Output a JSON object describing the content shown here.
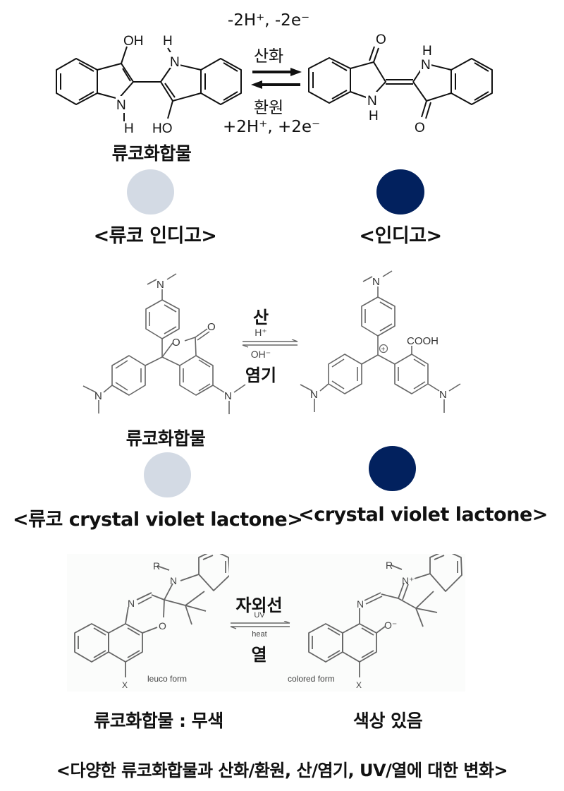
{
  "section_redox": {
    "left_structure_label": "류코화합물",
    "left_caption": "<류코 인디고>",
    "right_caption": "<인디고>",
    "forward_condition_top": "-2H⁺, -2e⁻",
    "forward_label": "산화",
    "reverse_label": "환원",
    "reverse_condition_bottom": "+2H⁺, +2e⁻",
    "left_atoms": {
      "oh_top": "OH",
      "nh_top_h": "H",
      "nh_top_n": "N",
      "nh_bottom_n": "N",
      "nh_bottom_h": "H",
      "oh_bottom": "HO"
    },
    "right_atoms": {
      "o_top": "O",
      "n_bottom": "N",
      "h_bottom": "H",
      "n_top": "N",
      "h_top": "H",
      "o_bottom": "O"
    },
    "left_color": "#d3dae4",
    "right_color": "#02215e"
  },
  "section_acid_base": {
    "left_structure_label": "류코화합물",
    "left_caption": "<류코 crystal violet lactone>",
    "right_caption": "<crystal violet lactone>",
    "acid_label": "산",
    "acid_reagent": "H⁺",
    "base_reagent": "OH⁻",
    "base_label": "염기",
    "atoms": {
      "n": "N",
      "o": "O",
      "cooh": "COOH",
      "plus": "+"
    },
    "left_color": "#d3dae4",
    "right_color": "#02215e"
  },
  "section_photochromic": {
    "uv_label": "자외선",
    "uv_reagent": "UV",
    "heat_reagent": "heat",
    "heat_label": "열",
    "leuco_form_label": "leuco form",
    "colored_form_label": "colored form",
    "left_caption": "류코화합물 : 무색",
    "right_caption": "색상 있음",
    "atoms": {
      "r": "R",
      "n": "N",
      "n_plus": "N⁺",
      "o": "O",
      "o_minus": "O⁻",
      "x": "X"
    }
  },
  "figure_caption": "<다양한 류코화합물과 산화/환원, 산/염기, UV/열에 대한 변화>"
}
